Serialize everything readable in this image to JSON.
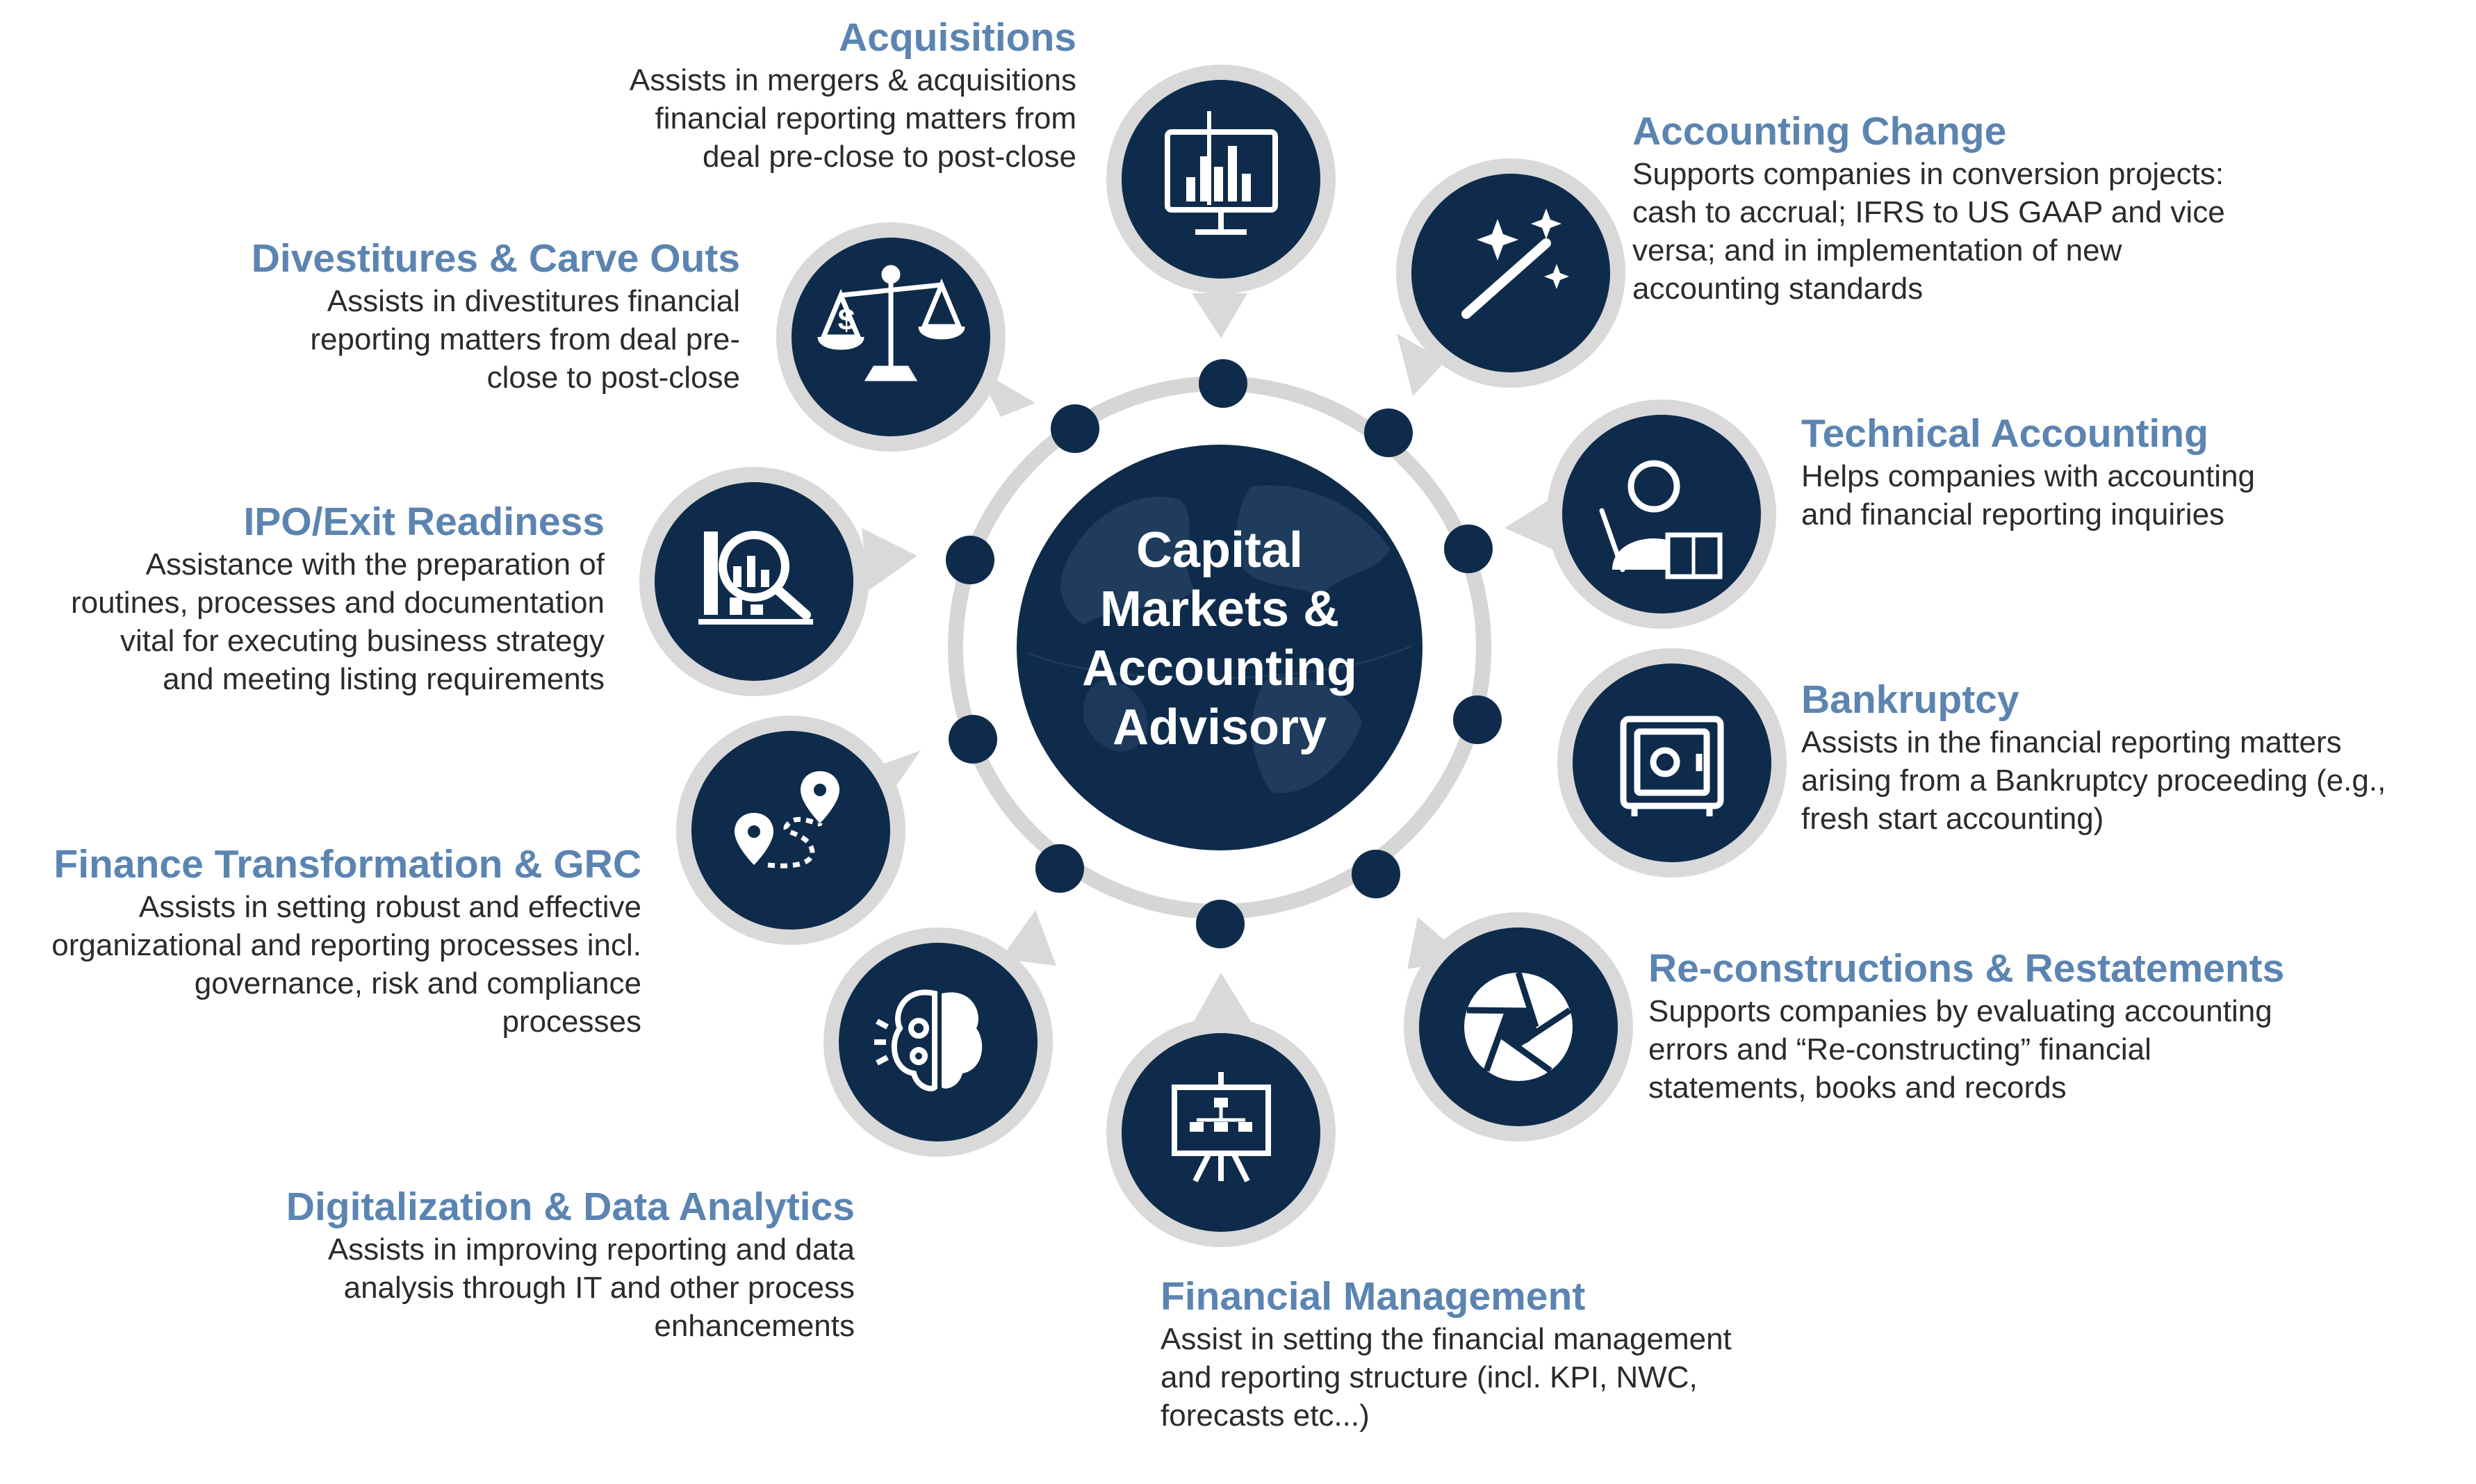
{
  "center": {
    "title": "Capital\nMarkets &\nAccounting\nAdvisory"
  },
  "colors": {
    "navy": "#0f2b4b",
    "heading_blue": "#5b84b1",
    "ring_grey": "#d6d6d6",
    "bubble_grey": "#d9d9d9",
    "text": "#2b2b2b"
  },
  "services": [
    {
      "key": "acquisitions",
      "icon": "monitor-bar-chart-icon",
      "title": "Acquisitions",
      "description": "Assists in mergers & acquisitions\nfinancial reporting matters from\ndeal pre-close to post-close"
    },
    {
      "key": "accounting-change",
      "icon": "magic-wand-icon",
      "title": "Accounting Change",
      "description": "Supports companies in conversion projects:\ncash to accrual; IFRS to US GAAP and vice\nversa; and in implementation of new\naccounting standards"
    },
    {
      "key": "technical-accounting",
      "icon": "teacher-icon",
      "title": "Technical Accounting",
      "description": "Helps companies with accounting\nand financial reporting inquiries"
    },
    {
      "key": "bankruptcy",
      "icon": "safe-icon",
      "title": "Bankruptcy",
      "description": "Assists in the financial reporting matters\narising from a Bankruptcy proceeding (e.g.,\nfresh start accounting)"
    },
    {
      "key": "reconstructions",
      "icon": "aperture-icon",
      "title": "Re-constructions & Restatements",
      "description": "Supports companies by evaluating accounting\nerrors and “Re-constructing” financial\nstatements, books and records"
    },
    {
      "key": "financial-management",
      "icon": "presentation-board-icon",
      "title": "Financial Management",
      "description": "Assist in setting the financial management\nand reporting structure (incl. KPI, NWC,\nforecasts etc...)"
    },
    {
      "key": "digitalization",
      "icon": "brain-gears-icon",
      "title": "Digitalization & Data Analytics",
      "description": "Assists in improving reporting and data\nanalysis through IT and other process\nenhancements"
    },
    {
      "key": "finance-transformation",
      "icon": "route-pins-icon",
      "title": "Finance Transformation & GRC",
      "description": "Assists in setting robust and effective\norganizational and reporting processes incl.\ngovernance, risk and compliance\nprocesses"
    },
    {
      "key": "ipo-exit",
      "icon": "magnifier-chart-icon",
      "title": "IPO/Exit Readiness",
      "description": "Assistance with the preparation of\nroutines, processes and documentation\nvital for executing business strategy\nand meeting listing requirements"
    },
    {
      "key": "divestitures",
      "icon": "balance-scale-icon",
      "title": "Divestitures & Carve Outs",
      "description": "Assists in divestitures financial\nreporting matters from deal pre-\nclose to post-close"
    }
  ]
}
